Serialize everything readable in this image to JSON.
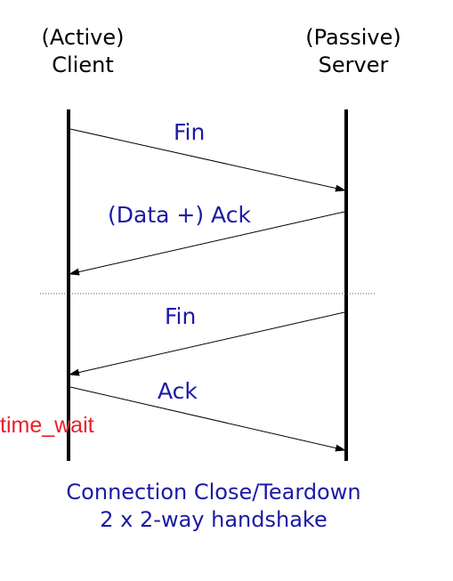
{
  "client": {
    "role": "(Active)",
    "name": "Client"
  },
  "server": {
    "role": "(Passive)",
    "name": "Server"
  },
  "messages": {
    "fin_1": "Fin",
    "data_ack": "(Data +) Ack",
    "fin_2": "Fin",
    "ack": "Ack"
  },
  "client_state": "time_wait",
  "caption": {
    "line1": "Connection Close/Teardown",
    "line2": "2 x 2-way handshake"
  },
  "colors": {
    "message_text": "#1a1aa6",
    "state_text": "#e8202a",
    "lines": "#000000"
  }
}
